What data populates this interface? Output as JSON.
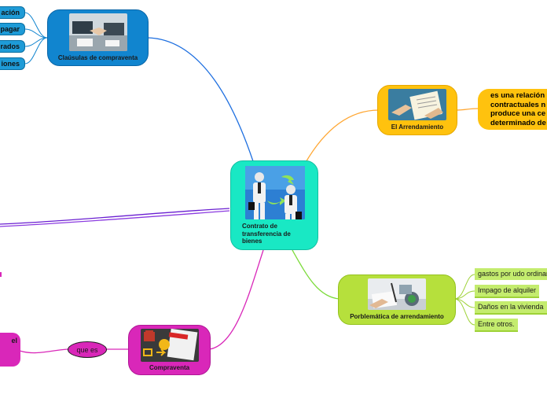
{
  "center": {
    "title": "Contrato de transferencia de bienes"
  },
  "branches": {
    "clausulas": {
      "title": "Claúsulas de compraventa",
      "items": [
        "ación",
        "pagar",
        "rados",
        "iones"
      ]
    },
    "arrendamiento": {
      "title": "El Arrendamiento",
      "definition_lines": [
        "es una relación",
        "contractuales n",
        "produce una ce",
        "determinado de"
      ]
    },
    "problematica": {
      "title": "Porblemática de arrendamiento",
      "items": [
        "gastos por udo ordinari",
        "Impago de alquiler",
        "Daños en la vivienda",
        "Entre otros."
      ]
    },
    "compraventa": {
      "title": "Compraventa",
      "connector_label": "que es",
      "left_fragment": "el"
    }
  },
  "colors": {
    "center": "#19e8c4",
    "clausulas": "#1185cf",
    "arrendamiento": "#ffc20e",
    "problematica": "#b6e03c",
    "compraventa": "#d927b9",
    "purple_link": "#6a1fd1"
  }
}
